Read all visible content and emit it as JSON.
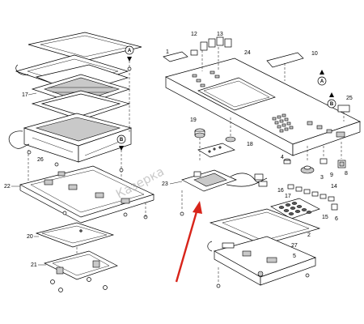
{
  "diagram": {
    "left_assembly_labels": {
      "p17": "17",
      "p26": "26",
      "p22": "22",
      "p20": "20",
      "p21": "21"
    },
    "right_assembly_labels": {
      "p1": "1",
      "p12": "12",
      "p13": "13",
      "p24": "24",
      "p10": "10",
      "p25": "25",
      "p19": "19",
      "p18": "18",
      "p4": "4",
      "p3": "3",
      "p9": "9",
      "p8": "8",
      "p23": "23",
      "p16": "16",
      "p17b": "17",
      "p14": "14",
      "p15": "15",
      "p6": "6",
      "p2": "2",
      "p27": "27",
      "p5": "5"
    },
    "callouts": {
      "a_left": "A",
      "b_left": "B",
      "a_right": "A",
      "b_right": "B"
    },
    "watermark": "Казерка",
    "pointer_arrow_color": "#d8241a"
  }
}
